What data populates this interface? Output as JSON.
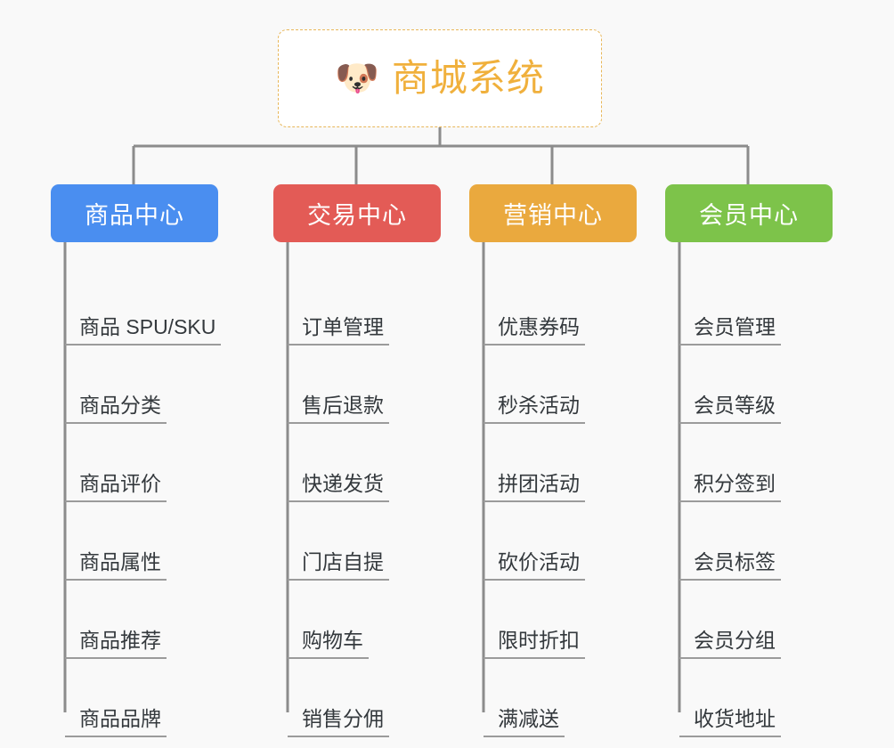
{
  "page": {
    "background_color": "#f9f9f9",
    "diagram_type": "mindmap-tree"
  },
  "root": {
    "icon": "shiba-dog-face-emoji",
    "icon_glyph": "🐶",
    "title": "商城系统",
    "text_color": "#f0b03c",
    "border_color": "#e8b75a",
    "background_color": "#ffffff"
  },
  "connector": {
    "color": "#8c8c8c",
    "underline_color": "#9b9b9b"
  },
  "branches": [
    {
      "title": "商品中心",
      "color": "#4a8ef0",
      "items": [
        "商品 SPU/SKU",
        "商品分类",
        "商品评价",
        "商品属性",
        "商品推荐",
        "商品品牌"
      ]
    },
    {
      "title": "交易中心",
      "color": "#e35b56",
      "items": [
        "订单管理",
        "售后退款",
        "快递发货",
        "门店自提",
        "购物车",
        "销售分佣"
      ]
    },
    {
      "title": "营销中心",
      "color": "#eaa93e",
      "items": [
        "优惠券码",
        "秒杀活动",
        "拼团活动",
        "砍价活动",
        "限时折扣",
        "满减送"
      ]
    },
    {
      "title": "会员中心",
      "color": "#7dc34a",
      "items": [
        "会员管理",
        "会员等级",
        "积分签到",
        "会员标签",
        "会员分组",
        "收货地址"
      ]
    }
  ]
}
